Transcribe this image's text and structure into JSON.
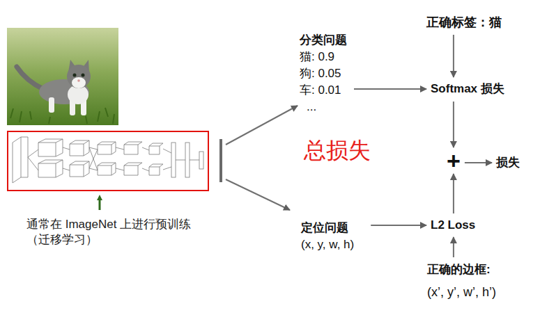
{
  "diagram": {
    "nodes": [
      {
        "text": [
          "通常在 ImageNet 上进行预训练（迁移学习）"
        ]
      },
      {
        "text": [
          "分类问题",
          "猫: 0.9",
          "狗: 0.05",
          "车: 0.01",
          "..."
        ]
      },
      {
        "text": [
          "定位问题",
          "(x, y, w, h)"
        ]
      },
      {
        "text": [
          "正确标签：猫"
        ]
      },
      {
        "text": [
          "Softmax 损失"
        ]
      },
      {
        "text": [
          "+"
        ]
      },
      {
        "text": [
          "损失"
        ]
      },
      {
        "text": [
          "L2 Loss"
        ]
      },
      {
        "text": [
          "正确的边框:",
          "(x’, y’, w’, h’)"
        ]
      }
    ],
    "edges": [
      {
        "from": 0,
        "to": 1,
        "arrow": "to"
      },
      {
        "from": 0,
        "to": 2,
        "arrow": "to"
      },
      {
        "from": 1,
        "to": 4,
        "arrow": "to"
      },
      {
        "from": 3,
        "to": 4,
        "arrow": "to"
      },
      {
        "from": 4,
        "to": 5,
        "arrow": "to"
      },
      {
        "from": 7,
        "to": 5,
        "arrow": "to"
      },
      {
        "from": 5,
        "to": 6,
        "arrow": "to"
      },
      {
        "from": 2,
        "to": 7,
        "arrow": "to"
      },
      {
        "from": 8,
        "to": 7,
        "arrow": "to"
      }
    ],
    "labels": [
      "总损失"
    ]
  }
}
